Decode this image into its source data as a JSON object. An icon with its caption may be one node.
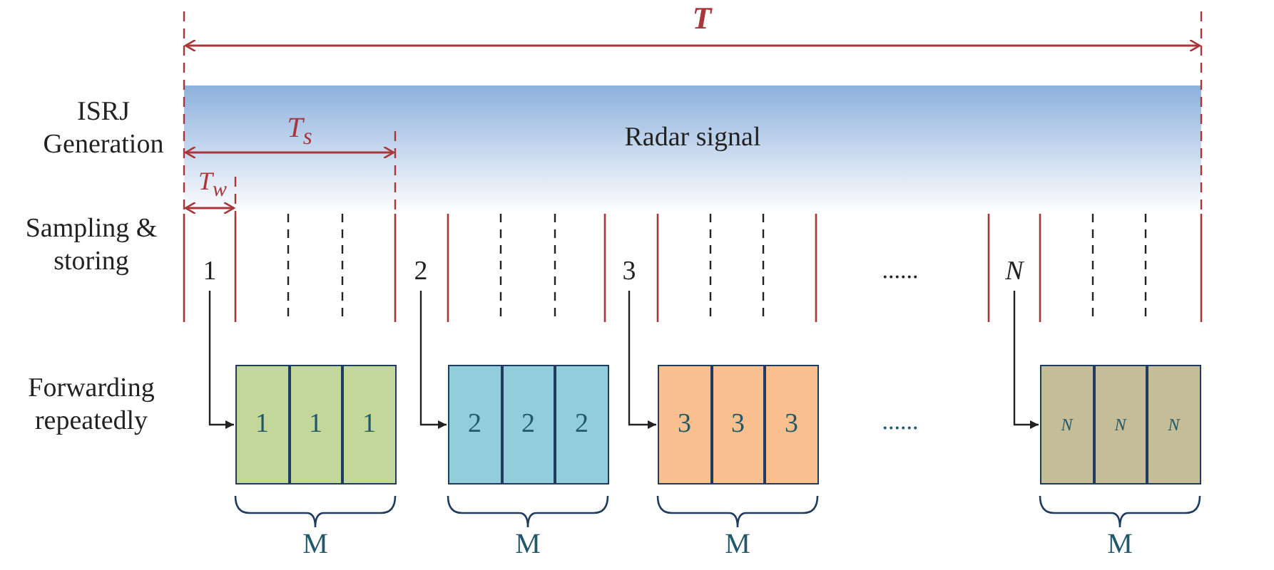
{
  "diagram": {
    "nodes": [
      {
        "text": [
          "Radar signal"
        ]
      },
      {
        "text": [
          "1"
        ]
      },
      {
        "text": [
          "2"
        ]
      },
      {
        "text": [
          "3"
        ]
      },
      {
        "text": [
          "N"
        ]
      },
      {
        "text": [
          "1"
        ]
      },
      {
        "text": [
          "1"
        ]
      },
      {
        "text": [
          "1"
        ]
      },
      {
        "text": [
          "2"
        ]
      },
      {
        "text": [
          "2"
        ]
      },
      {
        "text": [
          "2"
        ]
      },
      {
        "text": [
          "3"
        ]
      },
      {
        "text": [
          "3"
        ]
      },
      {
        "text": [
          "3"
        ]
      },
      {
        "text": [
          "N"
        ]
      },
      {
        "text": [
          "N"
        ]
      },
      {
        "text": [
          "N"
        ]
      }
    ],
    "edges": [
      {
        "from": 1,
        "to": 5,
        "arrow": "to"
      },
      {
        "from": 2,
        "to": 8,
        "arrow": "to"
      },
      {
        "from": 3,
        "to": 11,
        "arrow": "to"
      },
      {
        "from": 4,
        "to": 14,
        "arrow": "to"
      }
    ],
    "labels": [
      "T",
      "ISRJ Generation",
      "T$_{s}$",
      "T$_{w}$",
      "Sampling & storing",
      "......",
      "Forwarding repeatedly",
      "......",
      "M",
      "M",
      "M",
      "M"
    ]
  }
}
